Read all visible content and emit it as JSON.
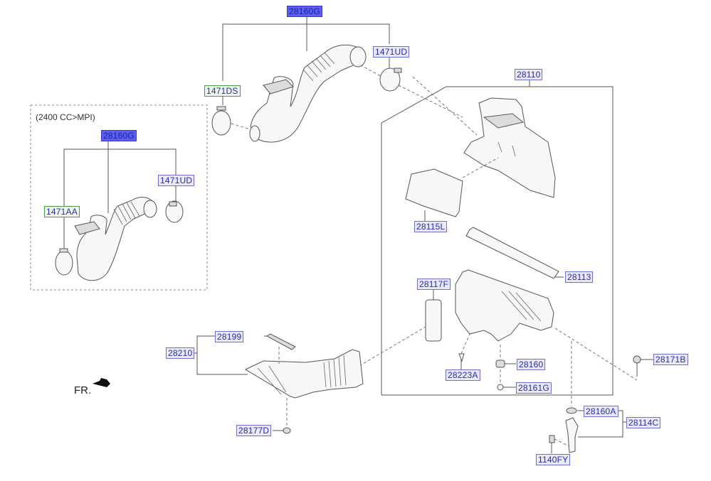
{
  "diagram": {
    "variant_note": "(2400 CC>MPI)",
    "front_indicator": "FR.",
    "colors": {
      "label_border": "#6f6fcf",
      "label_text": "#2a2aa8",
      "highlight_fill": "#5a5ff0",
      "green_border": "#4c9a4c",
      "line": "#555555"
    },
    "labels": {
      "hose_main": "28160G",
      "clamp_main_left": "1471DS",
      "clamp_main_right": "1471UD",
      "hose_mpi": "28160G",
      "clamp_mpi_left": "1471AA",
      "clamp_mpi_right": "1471UD",
      "cleaner_assy": "28110",
      "cover_part": "28115L",
      "element": "28113",
      "side_filter": "28117F",
      "clip": "28223A",
      "insulator": "28160",
      "bolt_lower": "28161G",
      "screw": "28171B",
      "insulator_a": "28160A",
      "bracket": "28114C",
      "bolt_bracket": "1140FY",
      "duct_assy": "28210",
      "duct_seal": "28199",
      "grommet": "28177D"
    }
  }
}
